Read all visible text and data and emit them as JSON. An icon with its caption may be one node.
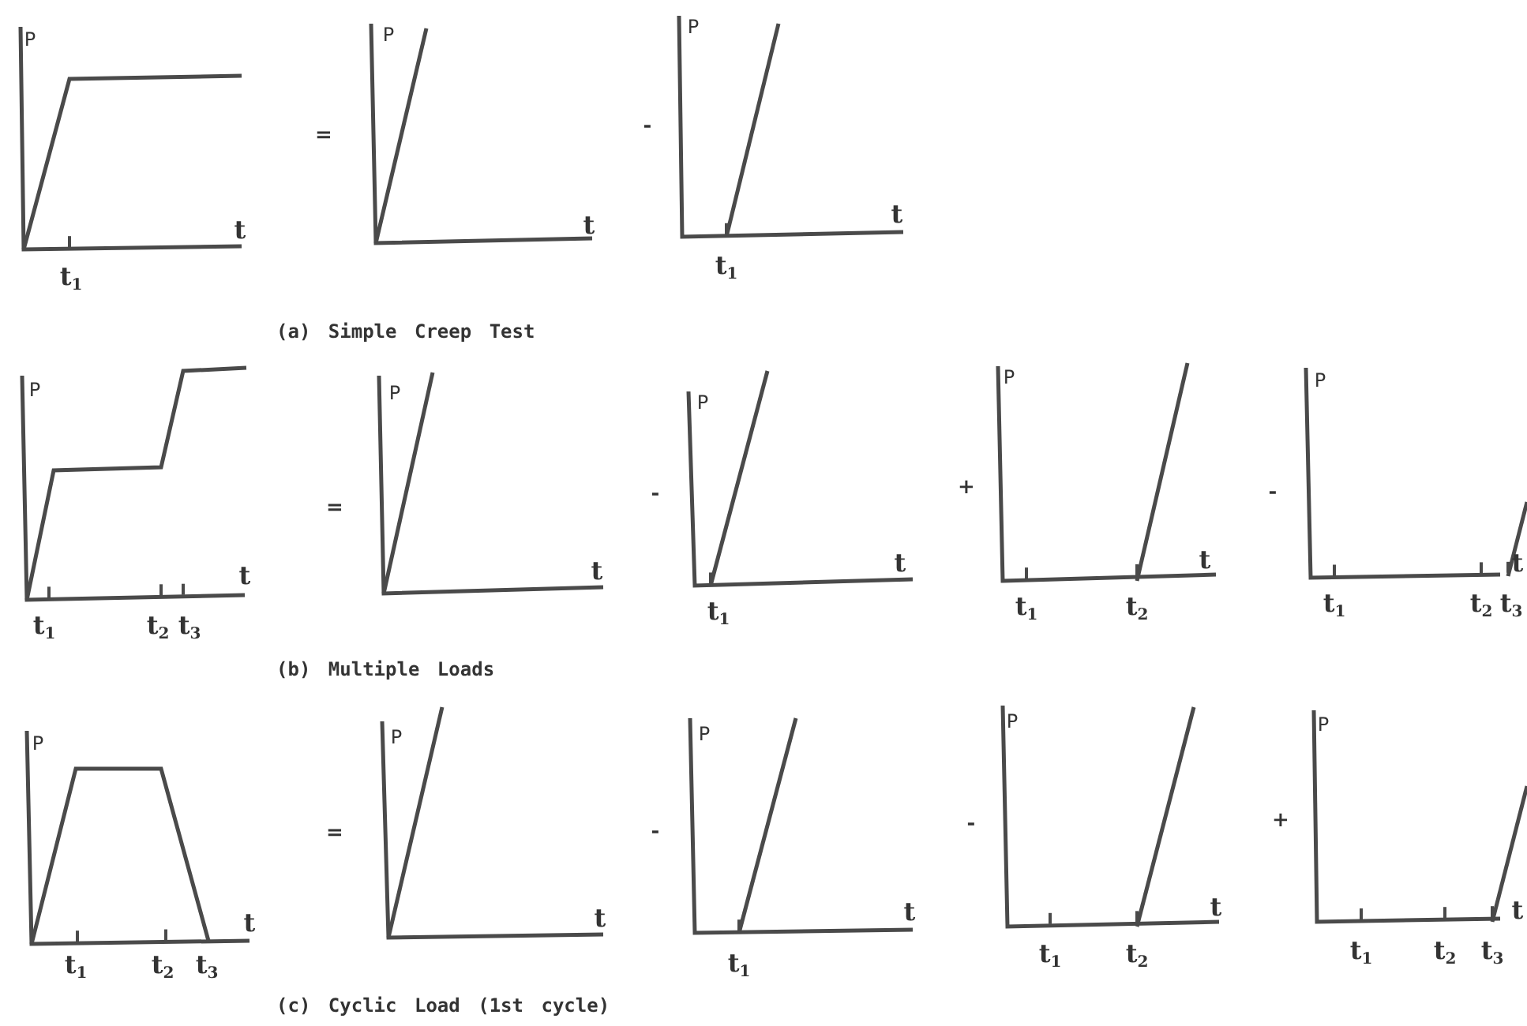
{
  "diagram": {
    "labels": [
      "P",
      "t",
      "t$_{1}$",
      "=",
      "P",
      "t",
      "-",
      "P",
      "t",
      "t$_{1}$",
      "(a) Simple Creep Test",
      "P",
      "t",
      "t$_{1}$",
      "t$_{2}$",
      "t$_{3}$",
      "=",
      "P",
      "t",
      "-",
      "P",
      "t",
      "t$_{1}$",
      "+",
      "P",
      "t",
      "t$_{1}$",
      "t$_{2}$",
      "-",
      "P",
      "t",
      "t$_{1}$",
      "t$_{2}$",
      "t$_{3}$",
      "(b) Multiple Loads",
      "P",
      "t",
      "t$_{1}$",
      "t$_{2}$",
      "t$_{3}$",
      "=",
      "P",
      "t",
      "-",
      "P",
      "t",
      "t$_{1}$",
      "-",
      "P",
      "t",
      "t$_{1}$",
      "t$_{2}$",
      "+",
      "P",
      "t",
      "t$_{1}$",
      "t$_{2}$",
      "t$_{3}$",
      "(c) Cyclic Load (1st cycle)"
    ]
  }
}
